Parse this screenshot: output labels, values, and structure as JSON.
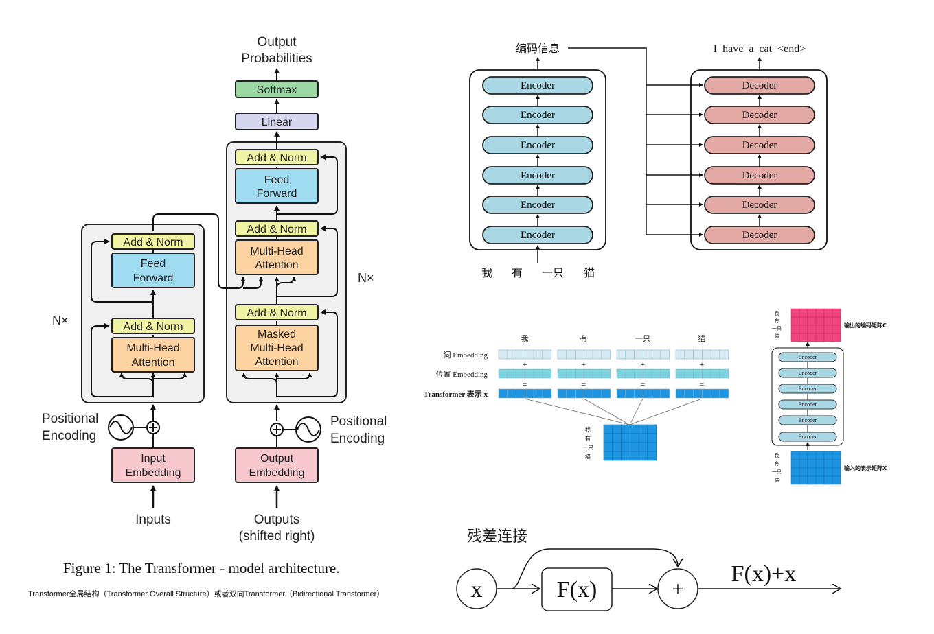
{
  "figure1": {
    "output_label": [
      "Output",
      "Probabilities"
    ],
    "softmax": "Softmax",
    "linear": "Linear",
    "add_norm": "Add & Norm",
    "feed_forward": [
      "Feed",
      "Forward"
    ],
    "multi_head": [
      "Multi-Head",
      "Attention"
    ],
    "masked_multi_head": [
      "Masked",
      "Multi-Head",
      "Attention"
    ],
    "input_embedding": [
      "Input",
      "Embedding"
    ],
    "output_embedding": [
      "Output",
      "Embedding"
    ],
    "positional_encoding": [
      "Positional",
      "Encoding"
    ],
    "inputs": "Inputs",
    "outputs": [
      "Outputs",
      "(shifted right)"
    ],
    "nx": "N×",
    "caption": "Figure 1: The Transformer - model architecture.",
    "subcaption": "Transformer全局结构（Transformer Overall Structure）或者双向Transformer（Bidirectional Transformer）"
  },
  "stack": {
    "encoder_output_label": "编码信息",
    "decoder_output_label": "I  have  a  cat  <end>",
    "encoder_label": "Encoder",
    "decoder_label": "Decoder",
    "input_tokens": [
      "我",
      "有",
      "一只",
      "猫"
    ]
  },
  "embedding": {
    "tokens": [
      "我",
      "有",
      "一只",
      "猫"
    ],
    "row_labels": [
      "词 Embedding",
      "位置 Embedding",
      "Transformer 表示  x"
    ],
    "plus": "+",
    "equals": "=",
    "matrix_tokens": [
      "我",
      "有",
      "一只",
      "猫"
    ]
  },
  "encoder_matrix": {
    "output_label": "输出的编码矩阵C",
    "input_label": "输入的表示矩阵X",
    "encoder_label": "Encoder",
    "tokens": [
      "我",
      "有",
      "一只",
      "猫"
    ]
  },
  "residual": {
    "title": "残差连接",
    "x": "x",
    "fx": "F(x)",
    "plus": "+",
    "result": "F(x)+x"
  },
  "colors": {
    "softmax": "#9bd8a4",
    "linear": "#d6d6ee",
    "add_norm": "#f0f2a4",
    "feed_forward": "#9fdcf2",
    "attention": "#fcd3a1",
    "embedding": "#f7c9cf",
    "encoder_block": "#a9d7e4",
    "decoder_block": "#e3aaa5",
    "matrix_blue": "#1e95e0",
    "matrix_light": "#d8eaf2",
    "matrix_teal": "#7dd3dd",
    "matrix_pink": "#f0457f"
  }
}
